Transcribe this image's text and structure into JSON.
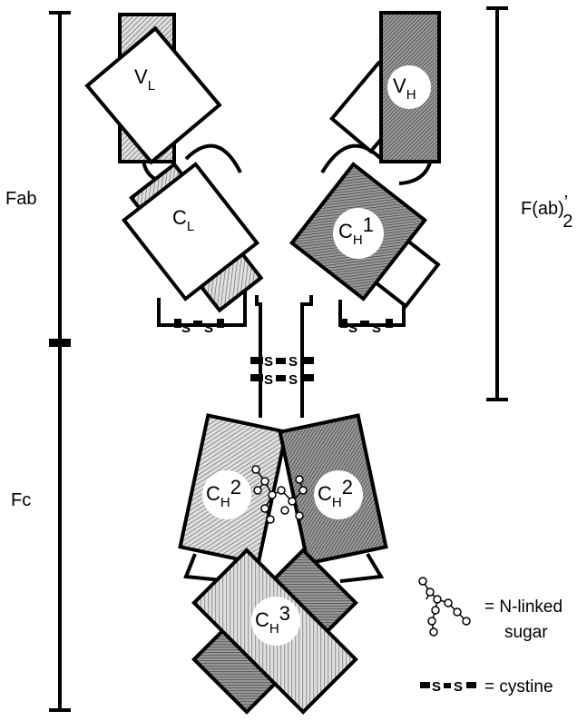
{
  "labels": {
    "fab": "Fab",
    "fc": "Fc",
    "fab2_main": "F(ab)",
    "fab2_prime": "’",
    "fab2_sub": "2"
  },
  "domains": {
    "vl": {
      "main": "V",
      "sub": "L",
      "sup": ""
    },
    "vh": {
      "main": "V",
      "sub": "H",
      "sup": ""
    },
    "cl": {
      "main": "C",
      "sub": "L",
      "sup": ""
    },
    "ch1": {
      "main": "C",
      "sub": "H",
      "sup": "1"
    },
    "ch2_left": {
      "main": "C",
      "sub": "H",
      "sup": "2"
    },
    "ch2_right": {
      "main": "C",
      "sub": "H",
      "sup": "2"
    },
    "ch3": {
      "main": "C",
      "sub": "H",
      "sup": "3"
    }
  },
  "disulfide": {
    "left_s": "S",
    "right_s": "S"
  },
  "legend": {
    "sugar_eq": "= N-linked",
    "sugar_line2": "sugar",
    "cystine_s1": "S",
    "cystine_s2": "S",
    "cystine_eq": "= cystine"
  },
  "colors": {
    "white_domain": "#ffffff",
    "light_hatch": "#c8c8c8",
    "dark_hatch": "#8a8a8a",
    "line": "#000000"
  }
}
